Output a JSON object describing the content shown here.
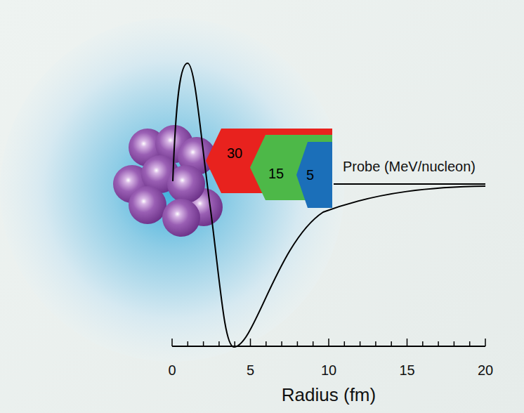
{
  "diagram": {
    "nodes": [
      {
        "text": [
          "30"
        ]
      },
      {
        "text": [
          "15"
        ]
      },
      {
        "text": [
          "5"
        ]
      }
    ],
    "labels": [
      "Probe (MeV/nucleon)",
      "0",
      "5",
      "10",
      "15",
      "20",
      "Radius (fm)"
    ]
  }
}
